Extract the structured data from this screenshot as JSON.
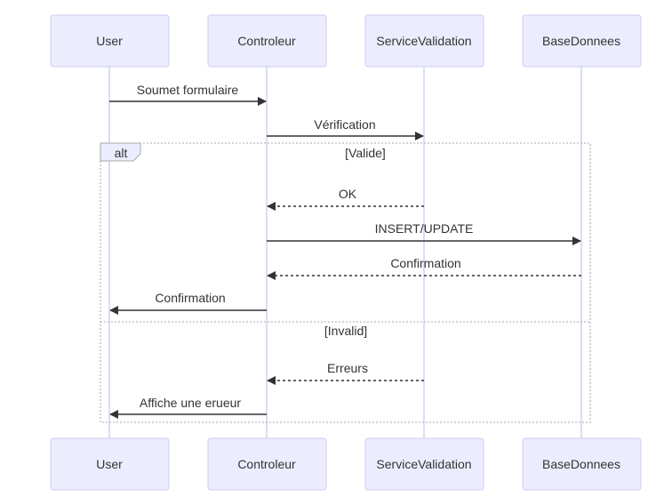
{
  "actors": [
    {
      "id": "user",
      "label": "User"
    },
    {
      "id": "controleur",
      "label": "Controleur"
    },
    {
      "id": "service",
      "label": "ServiceValidation"
    },
    {
      "id": "base",
      "label": "BaseDonnees"
    }
  ],
  "messages": [
    {
      "label": "Soumet formulaire",
      "from": "user",
      "to": "controleur",
      "style": "solid"
    },
    {
      "label": "Vérification",
      "from": "controleur",
      "to": "service",
      "style": "solid"
    },
    {
      "label": "OK",
      "from": "service",
      "to": "controleur",
      "style": "dotted"
    },
    {
      "label": "INSERT/UPDATE",
      "from": "controleur",
      "to": "base",
      "style": "solid"
    },
    {
      "label": "Confirmation",
      "from": "base",
      "to": "controleur",
      "style": "dotted"
    },
    {
      "label": "Confirmation",
      "from": "controleur",
      "to": "user",
      "style": "solid"
    },
    {
      "label": "Erreurs",
      "from": "service",
      "to": "controleur",
      "style": "dotted"
    },
    {
      "label": "Affiche une erueur",
      "from": "controleur",
      "to": "user",
      "style": "solid"
    }
  ],
  "alt_frame": {
    "label": "alt",
    "conditions": [
      "[Valide]",
      "[Invalid]"
    ]
  }
}
